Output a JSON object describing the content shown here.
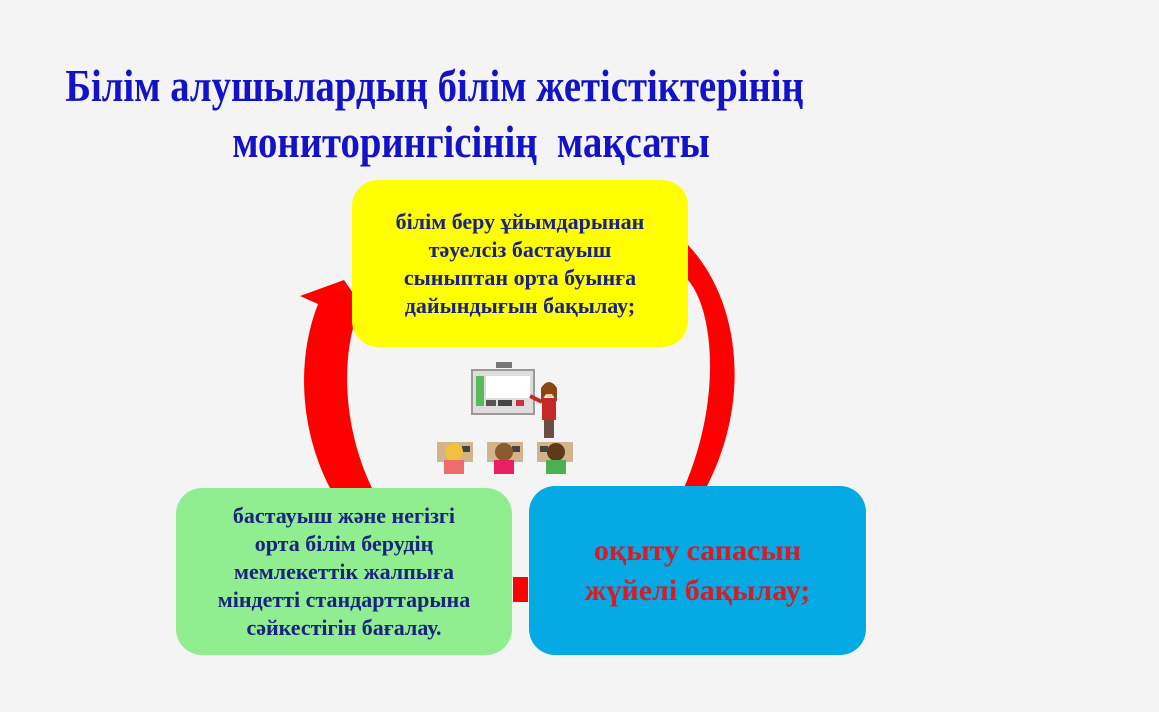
{
  "title": {
    "line1": "Білім алушылардың білім жетістіктерінің",
    "line2": "мониторингісінің  мақсаты"
  },
  "boxes": {
    "top": {
      "text": "білім беру ұйымдарынан\nтәуелсіз бастауыш\nсыныптан орта буынға\nдайындығын бақылау;",
      "color": "#ffff00"
    },
    "bottom_left": {
      "text": "бастауыш және негізгі\nорта білім берудің\nмемлекеттік жалпыға\nміндетті стандарттарына\nсәйкестігін бағалау.",
      "color": "#90ee90"
    },
    "bottom_right": {
      "text": "оқыту сапасын\nжүйелі бақылау;",
      "color": "#05a9e3"
    }
  },
  "cycle_arrow": {
    "color": "#ff0000",
    "icon": "circular-arrow-icon"
  },
  "illustration": {
    "icon": "classroom-teacher-whiteboard-icon"
  },
  "colors": {
    "title": "#1212c8",
    "box_text_blue": "#1a237e",
    "box_text_red": "#d81b24",
    "background": "#f4f4f4"
  }
}
